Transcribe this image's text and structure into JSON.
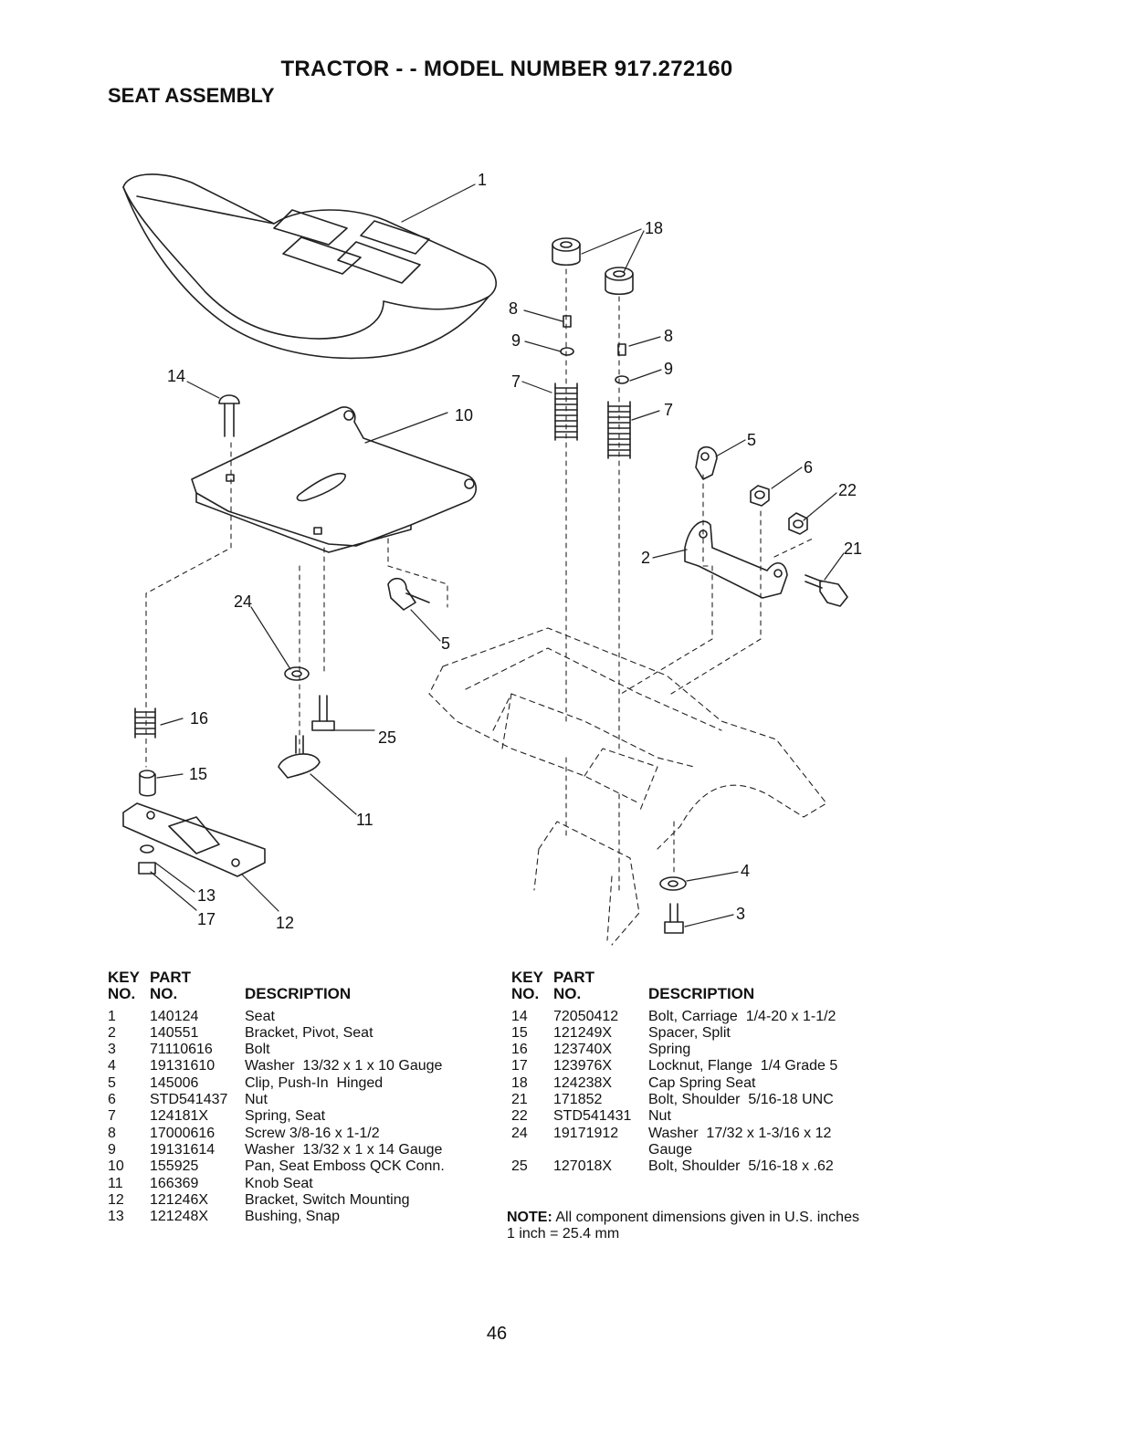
{
  "header": {
    "title": "TRACTOR - - MODEL NUMBER 917.272160",
    "subtitle": "SEAT ASSEMBLY"
  },
  "diagram": {
    "callouts": [
      "1",
      "18",
      "8",
      "9",
      "7",
      "8",
      "9",
      "7",
      "5",
      "6",
      "22",
      "21",
      "2",
      "14",
      "10",
      "24",
      "5",
      "16",
      "25",
      "15",
      "11",
      "13",
      "17",
      "12",
      "4",
      "3"
    ]
  },
  "table": {
    "header_key": "KEY",
    "header_part": "PART",
    "header_no": "NO.",
    "header_partno": "NO.",
    "header_desc": "DESCRIPTION",
    "left_rows": [
      {
        "key": "1",
        "part": "140124",
        "desc": "Seat"
      },
      {
        "key": "2",
        "part": "140551",
        "desc": "Bracket, Pivot, Seat"
      },
      {
        "key": "3",
        "part": "71110616",
        "desc": "Bolt"
      },
      {
        "key": "4",
        "part": "19131610",
        "desc": "Washer  13/32 x 1 x 10 Gauge"
      },
      {
        "key": "5",
        "part": "145006",
        "desc": "Clip, Push-In  Hinged"
      },
      {
        "key": "6",
        "part": "STD541437",
        "desc": "Nut"
      },
      {
        "key": "7",
        "part": "124181X",
        "desc": "Spring, Seat"
      },
      {
        "key": "8",
        "part": "17000616",
        "desc": "Screw 3/8-16 x 1-1/2"
      },
      {
        "key": "9",
        "part": "19131614",
        "desc": "Washer  13/32 x 1 x 14 Gauge"
      },
      {
        "key": "10",
        "part": "155925",
        "desc": "Pan, Seat Emboss QCK Conn."
      },
      {
        "key": "11",
        "part": "166369",
        "desc": "Knob Seat"
      },
      {
        "key": "12",
        "part": "121246X",
        "desc": "Bracket, Switch Mounting"
      },
      {
        "key": "13",
        "part": "121248X",
        "desc": "Bushing, Snap"
      }
    ],
    "right_rows": [
      {
        "key": "14",
        "part": "72050412",
        "desc": "Bolt, Carriage  1/4-20 x 1-1/2"
      },
      {
        "key": "15",
        "part": "121249X",
        "desc": "Spacer, Split"
      },
      {
        "key": "16",
        "part": "123740X",
        "desc": "Spring"
      },
      {
        "key": "17",
        "part": "123976X",
        "desc": "Locknut, Flange  1/4 Grade 5"
      },
      {
        "key": "18",
        "part": "124238X",
        "desc": "Cap Spring Seat"
      },
      {
        "key": "21",
        "part": "171852",
        "desc": "Bolt, Shoulder  5/16-18 UNC"
      },
      {
        "key": "22",
        "part": "STD541431",
        "desc": "Nut"
      },
      {
        "key": "24",
        "part": "19171912",
        "desc": "Washer  17/32 x 1-3/16 x 12"
      },
      {
        "key": "",
        "part": "",
        "desc": "Gauge"
      },
      {
        "key": "25",
        "part": "127018X",
        "desc": "Bolt, Shoulder  5/16-18 x .62"
      }
    ]
  },
  "note": {
    "label": "NOTE:",
    "text": "All component dimensions given in U.S. inches",
    "line2": "1 inch = 25.4 mm"
  },
  "page_number": "46"
}
